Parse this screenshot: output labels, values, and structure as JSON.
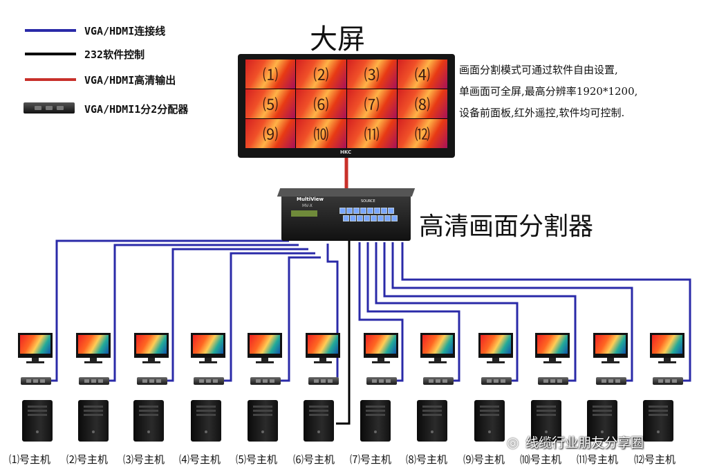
{
  "legend": {
    "items": [
      {
        "label": "VGA/HDMI连接线",
        "color": "#2a2aa8"
      },
      {
        "label": "232软件控制",
        "color": "#000000"
      },
      {
        "label": "VGA/HDMI高清输出",
        "color": "#c8302a"
      },
      {
        "label": "VGA/HDMI1分2分配器",
        "icon": "splitter-device-icon"
      }
    ]
  },
  "big_screen": {
    "title": "大屏",
    "brand": "HKC",
    "tiles": [
      "⑴",
      "⑵",
      "⑶",
      "⑷",
      "⑸",
      "⑹",
      "⑺",
      "⑻",
      "⑼",
      "⑽",
      "⑾",
      "⑿"
    ]
  },
  "description": {
    "line1": "画面分割模式可通过软件自由设置,",
    "line2": "单画面可全屏,最高分辨率1920*1200,",
    "line3": "设备前面板,红外遥控,软件均可控制."
  },
  "splitter": {
    "title": "高清画面分割器",
    "brand": "MultiView",
    "model": "MV-X",
    "buttons_label": "SOURCE"
  },
  "hosts": [
    {
      "label": "⑴号主机"
    },
    {
      "label": "⑵号主机"
    },
    {
      "label": "⑶号主机"
    },
    {
      "label": "⑷号主机"
    },
    {
      "label": "⑸号主机"
    },
    {
      "label": "⑹号主机"
    },
    {
      "label": "⑺号主机"
    },
    {
      "label": "⑻号主机"
    },
    {
      "label": "⑼号主机"
    },
    {
      "label": "⑽号主机"
    },
    {
      "label": "⑾号主机"
    },
    {
      "label": "⑿号主机"
    }
  ],
  "watermark": "线缆行业朋友分享圈",
  "colors": {
    "vga_line": "#2a2aa8",
    "control_line": "#000000",
    "output_line": "#c8302a"
  }
}
